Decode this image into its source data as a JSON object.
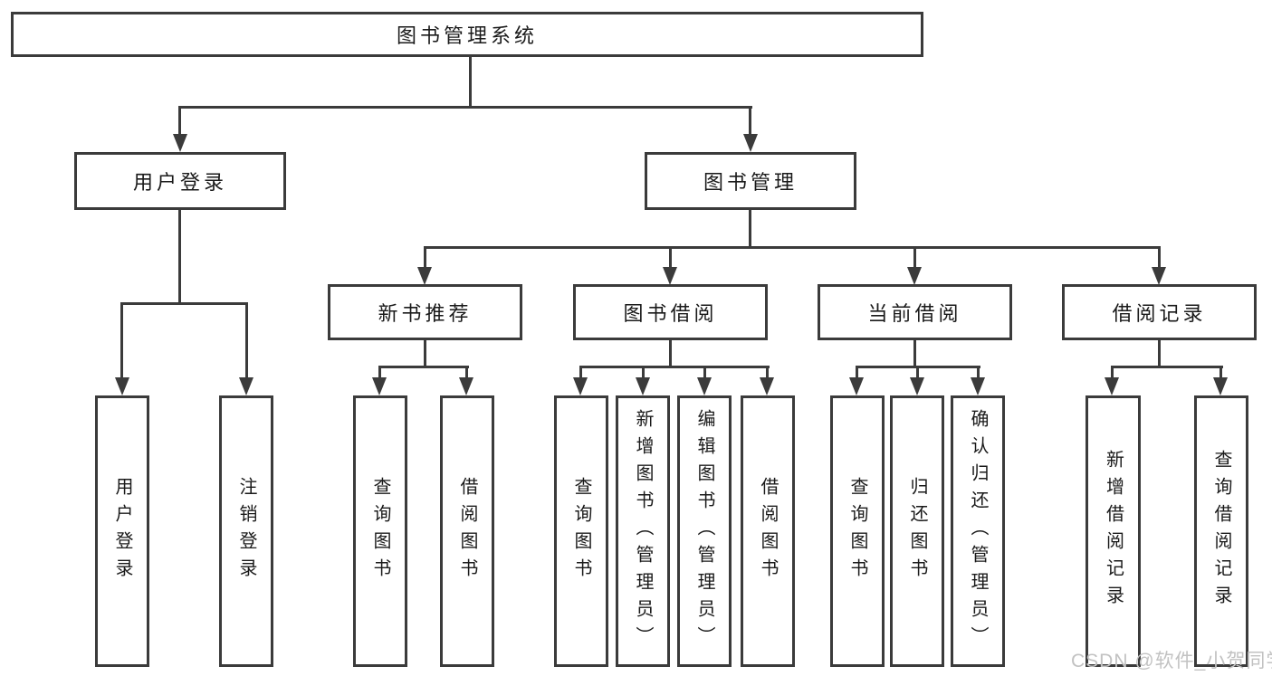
{
  "diagram_title": "图书管理系统",
  "tree": {
    "root": "图书管理系统",
    "children": [
      {
        "label": "用户登录",
        "children": [
          "用户登录",
          "注销登录"
        ]
      },
      {
        "label": "图书管理",
        "children": [
          {
            "label": "新书推荐",
            "children": [
              "查询图书",
              "借阅图书"
            ]
          },
          {
            "label": "图书借阅",
            "children": [
              "查询图书",
              "新增图书（管理员）",
              "编辑图书（管理员）",
              "借阅图书"
            ]
          },
          {
            "label": "当前借阅",
            "children": [
              "查询图书",
              "归还图书",
              "确认归还（管理员）"
            ]
          },
          {
            "label": "借阅记录",
            "children": [
              "新增借阅记录",
              "查询借阅记录"
            ]
          }
        ]
      }
    ]
  },
  "watermark": "CSDN @软件_小贺同学",
  "colors": {
    "line": "#3b3b3b",
    "border": "#3b3b3b",
    "text": "#1a1a1a",
    "bg": "#ffffff",
    "watermark": "#c2c2c2"
  }
}
